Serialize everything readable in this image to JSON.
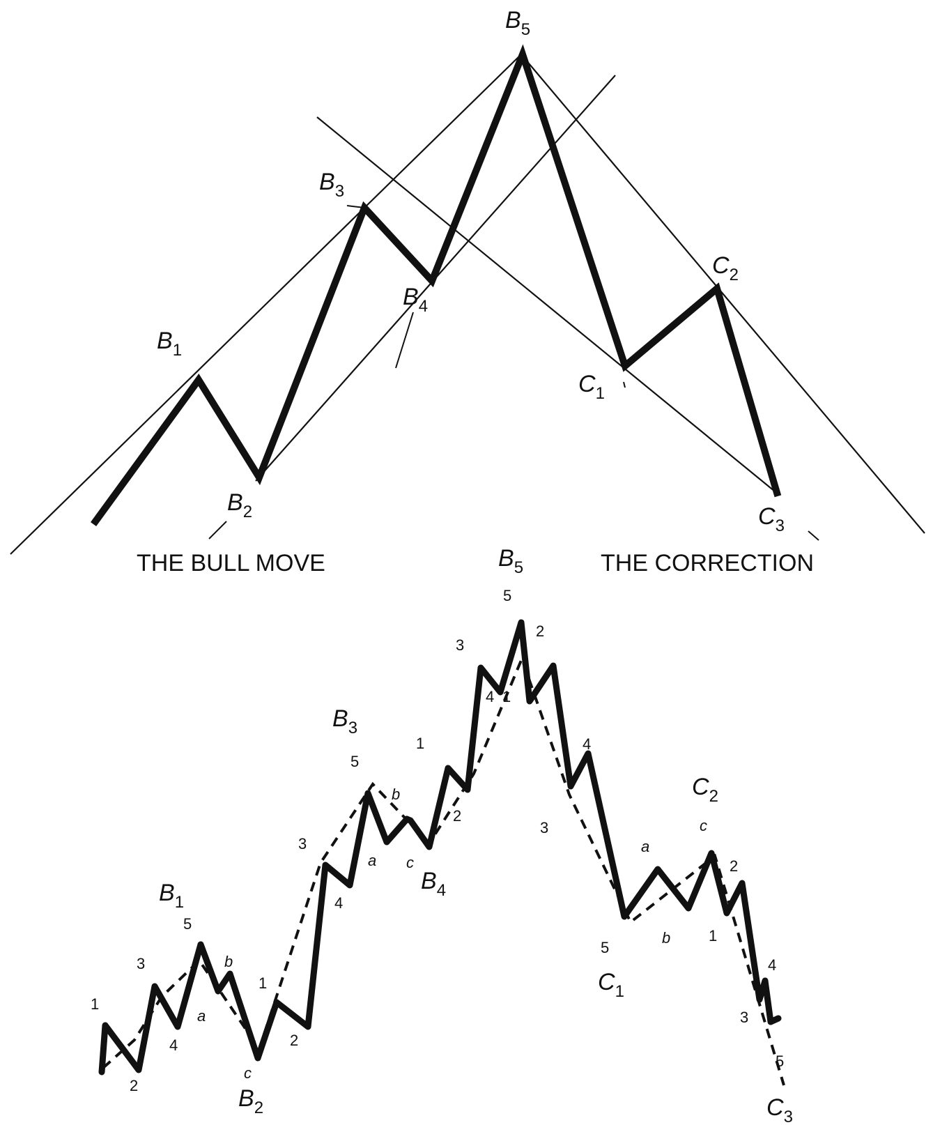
{
  "captions": {
    "bull_move": "THE BULL MOVE",
    "correction": "THE CORRECTION"
  },
  "top_labels": {
    "b1": {
      "main": "B",
      "sub": "1"
    },
    "b2": {
      "main": "B",
      "sub": "2"
    },
    "b3": {
      "main": "B",
      "sub": "3"
    },
    "b4": {
      "main": "B",
      "sub": "4"
    },
    "b5": {
      "main": "B",
      "sub": "5"
    },
    "c1": {
      "main": "C",
      "sub": "1"
    },
    "c2": {
      "main": "C",
      "sub": "2"
    },
    "c3": {
      "main": "C",
      "sub": "3"
    }
  },
  "bottom_labels": {
    "b1": {
      "main": "B",
      "sub": "1"
    },
    "b2": {
      "main": "B",
      "sub": "2"
    },
    "b3": {
      "main": "B",
      "sub": "3"
    },
    "b4": {
      "main": "B",
      "sub": "4"
    },
    "b5": {
      "main": "B",
      "sub": "5"
    },
    "c1": {
      "main": "C",
      "sub": "1"
    },
    "c2": {
      "main": "C",
      "sub": "2"
    },
    "c3": {
      "main": "C",
      "sub": "3"
    }
  },
  "wave_labels": {
    "w1_1": "1",
    "w1_2": "2",
    "w1_3": "3",
    "w1_4": "4",
    "w1_5": "5",
    "w1_a": "a",
    "w1_b": "b",
    "w1_c": "c",
    "w2_1": "1",
    "w2_2": "2",
    "w2_3": "3",
    "w2_4": "4",
    "w2_5": "5",
    "w2_a": "a",
    "w2_b": "b",
    "w2_c": "c",
    "w3_1": "1",
    "w3_2": "2",
    "w3_3": "3",
    "w3_4": "4",
    "w3_5": "5",
    "w4_1": "1",
    "w4_2": "2",
    "w4_3": "3",
    "w4_4": "4",
    "w4_5": "5",
    "w4_a": "a",
    "w4_b": "b",
    "w4_c": "c",
    "w5_1": "1",
    "w5_2": "2",
    "w5_3": "3",
    "w5_4": "4",
    "w5_5": "5"
  }
}
